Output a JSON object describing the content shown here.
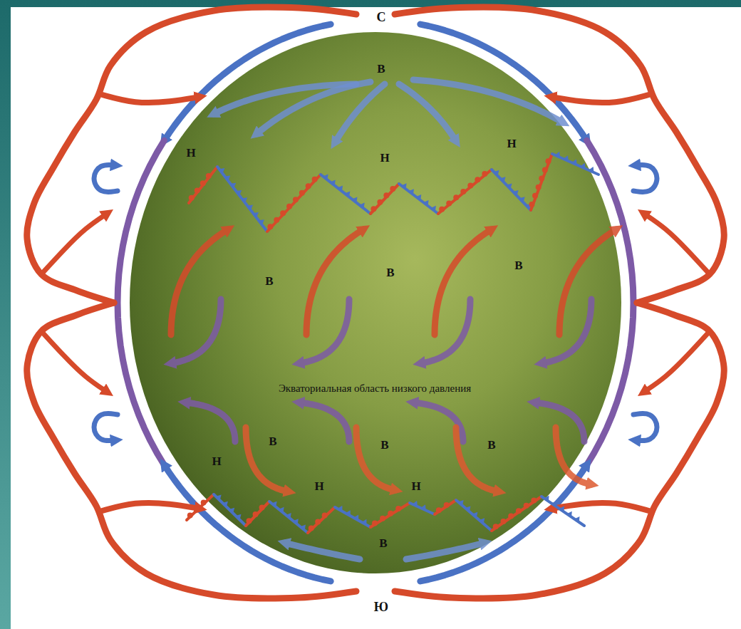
{
  "diagram": {
    "labels": [
      "С",
      "В",
      "Н",
      "Н",
      "Н",
      "В",
      "В",
      "В",
      "Экваториальная область низкого давления",
      "В",
      "В",
      "В",
      "Н",
      "Н",
      "Н",
      "В",
      "Ю"
    ]
  }
}
